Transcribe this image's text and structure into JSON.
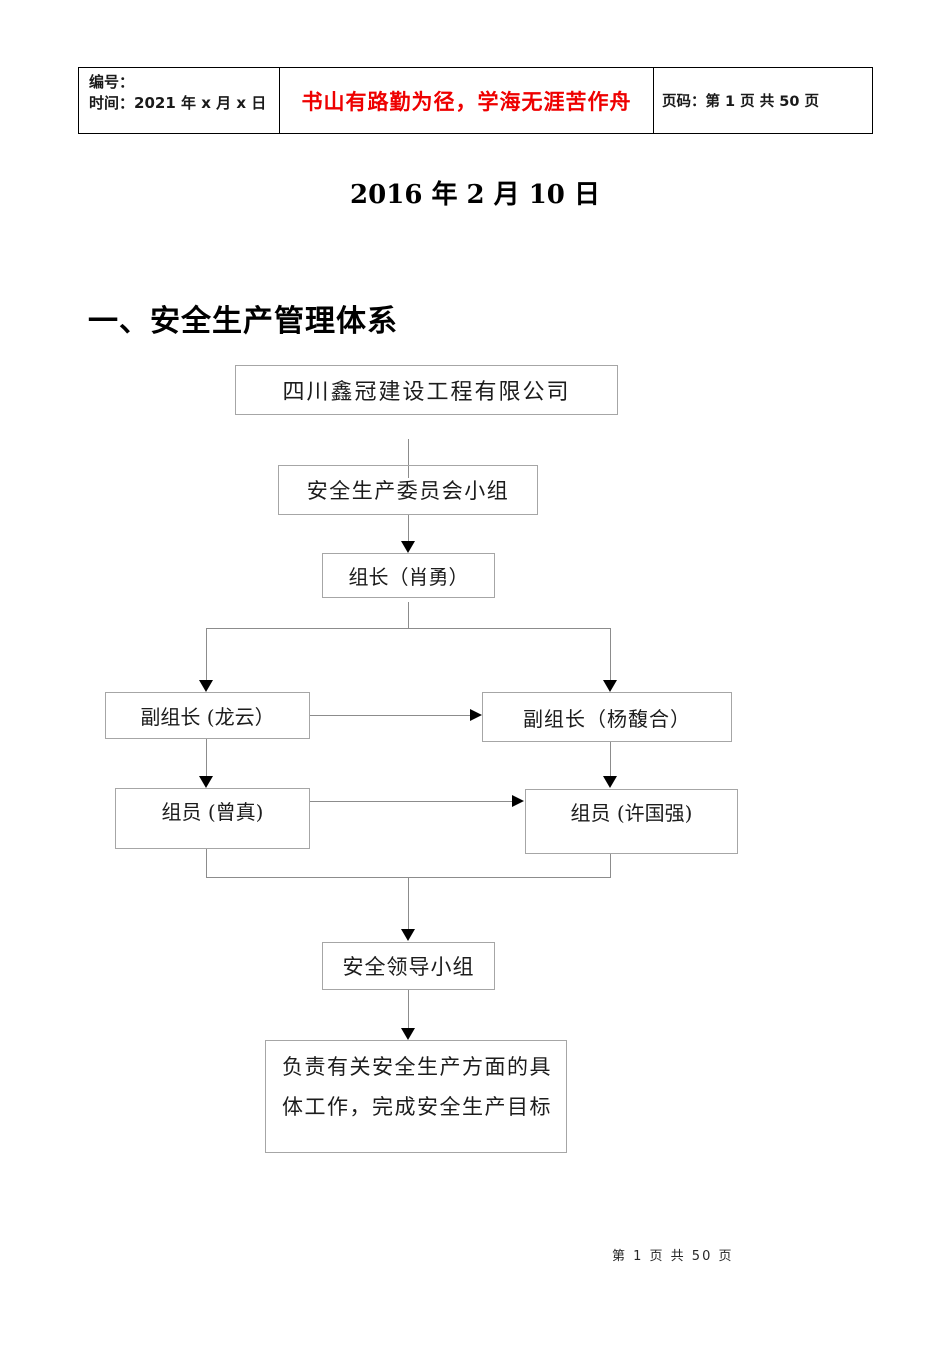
{
  "header": {
    "number_label": "编号：",
    "time_label": "时间：",
    "time_value": "2021 年 x 月 x 日",
    "motto": "书山有路勤为径，学海无涯苦作舟",
    "page_label": "页码：",
    "page_value": "第 1 页  共 50 页"
  },
  "document": {
    "date_title": "2016 年 2 月 10 日",
    "section_heading": "一、安全生产管理体系"
  },
  "flowchart": {
    "nodes": {
      "company": {
        "label": "四川鑫冠建设工程有限公司"
      },
      "committee": {
        "label": "安全生产委员会小组"
      },
      "leader": {
        "label": "组长（肖勇）"
      },
      "deputy_left": {
        "label": "副组长 (龙云）"
      },
      "deputy_right": {
        "label": "副组长（杨馥合）"
      },
      "member_left": {
        "label": "组员 (曾真)"
      },
      "member_right": {
        "label": "组员 (许国强)"
      },
      "safety_group": {
        "label": "安全领导小组"
      },
      "responsibility": {
        "label": "负责有关安全生产方面的具体工作，完成安全生产目标"
      }
    },
    "edges": [
      {
        "from": "company",
        "to": "committee",
        "arrow": false
      },
      {
        "from": "committee",
        "to": "leader",
        "arrow": true
      },
      {
        "from": "leader",
        "to": "deputy_left",
        "arrow": true
      },
      {
        "from": "leader",
        "to": "deputy_right",
        "arrow": true
      },
      {
        "from": "deputy_left",
        "to": "deputy_right",
        "arrow": true
      },
      {
        "from": "deputy_left",
        "to": "member_left",
        "arrow": true
      },
      {
        "from": "deputy_right",
        "to": "member_right",
        "arrow": true
      },
      {
        "from": "member_left",
        "to": "member_right",
        "arrow": true
      },
      {
        "from": "member_left",
        "to": "safety_group",
        "arrow": true
      },
      {
        "from": "member_right",
        "to": "safety_group",
        "arrow": true
      },
      {
        "from": "safety_group",
        "to": "responsibility",
        "arrow": true
      }
    ],
    "colors": {
      "box_border": "#a6a6a6",
      "line": "#8c8c8c",
      "arrow": "#000000"
    }
  },
  "footer": {
    "page_info": "第 1 页 共 50 页"
  },
  "colors": {
    "motto_red": "#ee0000"
  }
}
